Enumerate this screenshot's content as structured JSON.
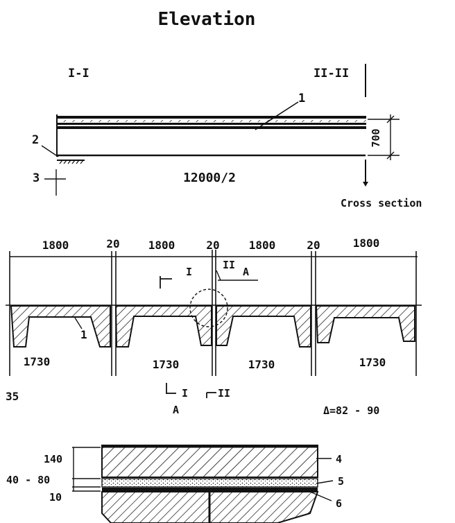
{
  "title": "Elevation",
  "elevation": {
    "section_left": "I-I",
    "section_right": "II-II",
    "callout_1": "1",
    "callout_2": "2",
    "callout_3": "3",
    "span_label": "12000/2",
    "height_label": "700",
    "cross_section_label": "Cross section"
  },
  "cross_section": {
    "widths_top": [
      "1800",
      "1800",
      "1800",
      "1800"
    ],
    "joints_top": [
      "20",
      "20",
      "20"
    ],
    "widths_bottom": [
      "1730",
      "1730",
      "1730",
      "1730"
    ],
    "edge_label": "35",
    "callout_1": "1",
    "section_I": "I",
    "section_II": "II",
    "detail_A": "A",
    "bottom_I": "I",
    "bottom_II": "II",
    "bottom_A": "A",
    "delta_label": "Δ=82 - 90"
  },
  "detail": {
    "layer_140": "140",
    "layer_40_80": "40 - 80",
    "layer_10": "10",
    "callout_4": "4",
    "callout_5": "5",
    "callout_6": "6"
  },
  "colors": {
    "ink": "#111111",
    "paper": "#ffffff"
  }
}
